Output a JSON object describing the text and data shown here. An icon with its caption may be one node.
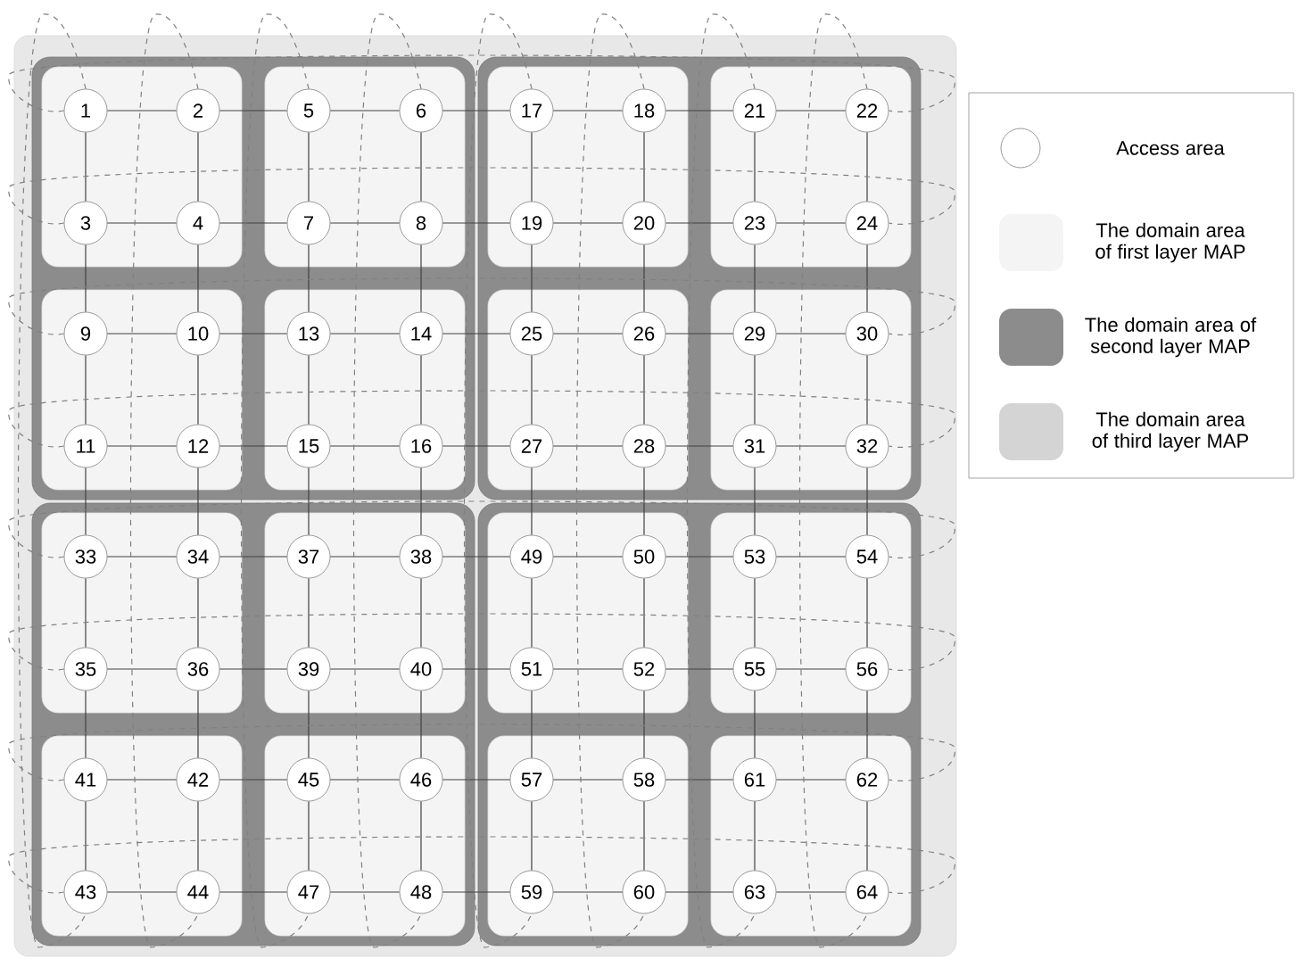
{
  "diagram": {
    "nodes": [
      {
        "text": [],
        "shape": "box"
      },
      {
        "text": [],
        "shape": "box",
        "in": 0
      },
      {
        "text": [],
        "shape": "box",
        "in": 0
      },
      {
        "text": [],
        "shape": "box",
        "in": 0
      },
      {
        "text": [],
        "shape": "box",
        "in": 0
      },
      {
        "text": [],
        "shape": "box",
        "in": 1
      },
      {
        "text": [],
        "shape": "box",
        "in": 1
      },
      {
        "text": [],
        "shape": "box",
        "in": 2
      },
      {
        "text": [],
        "shape": "box",
        "in": 2
      },
      {
        "text": [],
        "shape": "box",
        "in": 1
      },
      {
        "text": [],
        "shape": "box",
        "in": 1
      },
      {
        "text": [],
        "shape": "box",
        "in": 2
      },
      {
        "text": [],
        "shape": "box",
        "in": 2
      },
      {
        "text": [],
        "shape": "box",
        "in": 3
      },
      {
        "text": [],
        "shape": "box",
        "in": 3
      },
      {
        "text": [],
        "shape": "box",
        "in": 4
      },
      {
        "text": [],
        "shape": "box",
        "in": 4
      },
      {
        "text": [],
        "shape": "box",
        "in": 3
      },
      {
        "text": [],
        "shape": "box",
        "in": 3
      },
      {
        "text": [],
        "shape": "box",
        "in": 4
      },
      {
        "text": [],
        "shape": "box",
        "in": 4
      },
      {
        "text": [
          "1"
        ],
        "in": 5
      },
      {
        "text": [
          "2"
        ],
        "in": 5
      },
      {
        "text": [
          "3"
        ],
        "in": 5
      },
      {
        "text": [
          "4"
        ],
        "in": 5
      },
      {
        "text": [
          "5"
        ],
        "in": 6
      },
      {
        "text": [
          "6"
        ],
        "in": 6
      },
      {
        "text": [
          "7"
        ],
        "in": 6
      },
      {
        "text": [
          "8"
        ],
        "in": 6
      },
      {
        "text": [
          "9"
        ],
        "in": 9
      },
      {
        "text": [
          "10"
        ],
        "in": 9
      },
      {
        "text": [
          "11"
        ],
        "in": 9
      },
      {
        "text": [
          "12"
        ],
        "in": 9
      },
      {
        "text": [
          "13"
        ],
        "in": 10
      },
      {
        "text": [
          "14"
        ],
        "in": 10
      },
      {
        "text": [
          "15"
        ],
        "in": 10
      },
      {
        "text": [
          "16"
        ],
        "in": 10
      },
      {
        "text": [
          "17"
        ],
        "in": 7
      },
      {
        "text": [
          "18"
        ],
        "in": 7
      },
      {
        "text": [
          "19"
        ],
        "in": 7
      },
      {
        "text": [
          "20"
        ],
        "in": 7
      },
      {
        "text": [
          "21"
        ],
        "in": 8
      },
      {
        "text": [
          "22"
        ],
        "in": 8
      },
      {
        "text": [
          "23"
        ],
        "in": 8
      },
      {
        "text": [
          "24"
        ],
        "in": 8
      },
      {
        "text": [
          "25"
        ],
        "in": 11
      },
      {
        "text": [
          "26"
        ],
        "in": 11
      },
      {
        "text": [
          "27"
        ],
        "in": 11
      },
      {
        "text": [
          "28"
        ],
        "in": 11
      },
      {
        "text": [
          "29"
        ],
        "in": 12
      },
      {
        "text": [
          "30"
        ],
        "in": 12
      },
      {
        "text": [
          "31"
        ],
        "in": 12
      },
      {
        "text": [
          "32"
        ],
        "in": 12
      },
      {
        "text": [
          "33"
        ],
        "in": 13
      },
      {
        "text": [
          "34"
        ],
        "in": 13
      },
      {
        "text": [
          "35"
        ],
        "in": 13
      },
      {
        "text": [
          "36"
        ],
        "in": 13
      },
      {
        "text": [
          "37"
        ],
        "in": 14
      },
      {
        "text": [
          "38"
        ],
        "in": 14
      },
      {
        "text": [
          "39"
        ],
        "in": 14
      },
      {
        "text": [
          "40"
        ],
        "in": 14
      },
      {
        "text": [
          "41"
        ],
        "in": 17
      },
      {
        "text": [
          "42"
        ],
        "in": 17
      },
      {
        "text": [
          "43"
        ],
        "in": 17
      },
      {
        "text": [
          "44"
        ],
        "in": 17
      },
      {
        "text": [
          "45"
        ],
        "in": 18
      },
      {
        "text": [
          "46"
        ],
        "in": 18
      },
      {
        "text": [
          "47"
        ],
        "in": 18
      },
      {
        "text": [
          "48"
        ],
        "in": 18
      },
      {
        "text": [
          "49"
        ],
        "in": 15
      },
      {
        "text": [
          "50"
        ],
        "in": 15
      },
      {
        "text": [
          "51"
        ],
        "in": 15
      },
      {
        "text": [
          "52"
        ],
        "in": 15
      },
      {
        "text": [
          "53"
        ],
        "in": 16
      },
      {
        "text": [
          "54"
        ],
        "in": 16
      },
      {
        "text": [
          "55"
        ],
        "in": 16
      },
      {
        "text": [
          "56"
        ],
        "in": 16
      },
      {
        "text": [
          "57"
        ],
        "in": 19
      },
      {
        "text": [
          "58"
        ],
        "in": 19
      },
      {
        "text": [
          "59"
        ],
        "in": 19
      },
      {
        "text": [
          "60"
        ],
        "in": 19
      },
      {
        "text": [
          "61"
        ],
        "in": 20
      },
      {
        "text": [
          "62"
        ],
        "in": 20
      },
      {
        "text": [
          "63"
        ],
        "in": 20
      },
      {
        "text": [
          "64"
        ],
        "in": 20
      }
    ],
    "edges": [
      {
        "from": 21,
        "to": 22,
        "arrow": "none"
      },
      {
        "from": 22,
        "to": 25,
        "arrow": "none"
      },
      {
        "from": 25,
        "to": 26,
        "arrow": "none"
      },
      {
        "from": 26,
        "to": 37,
        "arrow": "none"
      },
      {
        "from": 37,
        "to": 38,
        "arrow": "none"
      },
      {
        "from": 38,
        "to": 41,
        "arrow": "none"
      },
      {
        "from": 41,
        "to": 42,
        "arrow": "none"
      },
      {
        "from": 23,
        "to": 24,
        "arrow": "none"
      },
      {
        "from": 24,
        "to": 27,
        "arrow": "none"
      },
      {
        "from": 27,
        "to": 28,
        "arrow": "none"
      },
      {
        "from": 28,
        "to": 39,
        "arrow": "none"
      },
      {
        "from": 39,
        "to": 40,
        "arrow": "none"
      },
      {
        "from": 40,
        "to": 43,
        "arrow": "none"
      },
      {
        "from": 43,
        "to": 44,
        "arrow": "none"
      },
      {
        "from": 29,
        "to": 30,
        "arrow": "none"
      },
      {
        "from": 30,
        "to": 33,
        "arrow": "none"
      },
      {
        "from": 33,
        "to": 34,
        "arrow": "none"
      },
      {
        "from": 34,
        "to": 45,
        "arrow": "none"
      },
      {
        "from": 45,
        "to": 46,
        "arrow": "none"
      },
      {
        "from": 46,
        "to": 49,
        "arrow": "none"
      },
      {
        "from": 49,
        "to": 50,
        "arrow": "none"
      },
      {
        "from": 31,
        "to": 32,
        "arrow": "none"
      },
      {
        "from": 32,
        "to": 35,
        "arrow": "none"
      },
      {
        "from": 35,
        "to": 36,
        "arrow": "none"
      },
      {
        "from": 36,
        "to": 47,
        "arrow": "none"
      },
      {
        "from": 47,
        "to": 48,
        "arrow": "none"
      },
      {
        "from": 48,
        "to": 51,
        "arrow": "none"
      },
      {
        "from": 51,
        "to": 52,
        "arrow": "none"
      },
      {
        "from": 53,
        "to": 54,
        "arrow": "none"
      },
      {
        "from": 54,
        "to": 57,
        "arrow": "none"
      },
      {
        "from": 57,
        "to": 58,
        "arrow": "none"
      },
      {
        "from": 58,
        "to": 69,
        "arrow": "none"
      },
      {
        "from": 69,
        "to": 70,
        "arrow": "none"
      },
      {
        "from": 70,
        "to": 73,
        "arrow": "none"
      },
      {
        "from": 73,
        "to": 74,
        "arrow": "none"
      },
      {
        "from": 55,
        "to": 56,
        "arrow": "none"
      },
      {
        "from": 56,
        "to": 59,
        "arrow": "none"
      },
      {
        "from": 59,
        "to": 60,
        "arrow": "none"
      },
      {
        "from": 60,
        "to": 71,
        "arrow": "none"
      },
      {
        "from": 71,
        "to": 72,
        "arrow": "none"
      },
      {
        "from": 72,
        "to": 75,
        "arrow": "none"
      },
      {
        "from": 75,
        "to": 76,
        "arrow": "none"
      },
      {
        "from": 61,
        "to": 62,
        "arrow": "none"
      },
      {
        "from": 62,
        "to": 65,
        "arrow": "none"
      },
      {
        "from": 65,
        "to": 66,
        "arrow": "none"
      },
      {
        "from": 66,
        "to": 77,
        "arrow": "none"
      },
      {
        "from": 77,
        "to": 78,
        "arrow": "none"
      },
      {
        "from": 78,
        "to": 81,
        "arrow": "none"
      },
      {
        "from": 81,
        "to": 82,
        "arrow": "none"
      },
      {
        "from": 63,
        "to": 64,
        "arrow": "none"
      },
      {
        "from": 64,
        "to": 67,
        "arrow": "none"
      },
      {
        "from": 67,
        "to": 68,
        "arrow": "none"
      },
      {
        "from": 68,
        "to": 79,
        "arrow": "none"
      },
      {
        "from": 79,
        "to": 80,
        "arrow": "none"
      },
      {
        "from": 80,
        "to": 83,
        "arrow": "none"
      },
      {
        "from": 83,
        "to": 84,
        "arrow": "none"
      },
      {
        "from": 21,
        "to": 23,
        "arrow": "none"
      },
      {
        "from": 23,
        "to": 29,
        "arrow": "none"
      },
      {
        "from": 29,
        "to": 31,
        "arrow": "none"
      },
      {
        "from": 31,
        "to": 53,
        "arrow": "none"
      },
      {
        "from": 53,
        "to": 55,
        "arrow": "none"
      },
      {
        "from": 55,
        "to": 61,
        "arrow": "none"
      },
      {
        "from": 61,
        "to": 63,
        "arrow": "none"
      },
      {
        "from": 22,
        "to": 24,
        "arrow": "none"
      },
      {
        "from": 24,
        "to": 30,
        "arrow": "none"
      },
      {
        "from": 30,
        "to": 32,
        "arrow": "none"
      },
      {
        "from": 32,
        "to": 54,
        "arrow": "none"
      },
      {
        "from": 54,
        "to": 56,
        "arrow": "none"
      },
      {
        "from": 56,
        "to": 62,
        "arrow": "none"
      },
      {
        "from": 62,
        "to": 64,
        "arrow": "none"
      },
      {
        "from": 25,
        "to": 27,
        "arrow": "none"
      },
      {
        "from": 27,
        "to": 33,
        "arrow": "none"
      },
      {
        "from": 33,
        "to": 35,
        "arrow": "none"
      },
      {
        "from": 35,
        "to": 57,
        "arrow": "none"
      },
      {
        "from": 57,
        "to": 59,
        "arrow": "none"
      },
      {
        "from": 59,
        "to": 65,
        "arrow": "none"
      },
      {
        "from": 65,
        "to": 67,
        "arrow": "none"
      },
      {
        "from": 26,
        "to": 28,
        "arrow": "none"
      },
      {
        "from": 28,
        "to": 34,
        "arrow": "none"
      },
      {
        "from": 34,
        "to": 36,
        "arrow": "none"
      },
      {
        "from": 36,
        "to": 58,
        "arrow": "none"
      },
      {
        "from": 58,
        "to": 60,
        "arrow": "none"
      },
      {
        "from": 60,
        "to": 66,
        "arrow": "none"
      },
      {
        "from": 66,
        "to": 68,
        "arrow": "none"
      },
      {
        "from": 37,
        "to": 39,
        "arrow": "none"
      },
      {
        "from": 39,
        "to": 45,
        "arrow": "none"
      },
      {
        "from": 45,
        "to": 47,
        "arrow": "none"
      },
      {
        "from": 47,
        "to": 69,
        "arrow": "none"
      },
      {
        "from": 69,
        "to": 71,
        "arrow": "none"
      },
      {
        "from": 71,
        "to": 77,
        "arrow": "none"
      },
      {
        "from": 77,
        "to": 79,
        "arrow": "none"
      },
      {
        "from": 38,
        "to": 40,
        "arrow": "none"
      },
      {
        "from": 40,
        "to": 46,
        "arrow": "none"
      },
      {
        "from": 46,
        "to": 48,
        "arrow": "none"
      },
      {
        "from": 48,
        "to": 70,
        "arrow": "none"
      },
      {
        "from": 70,
        "to": 72,
        "arrow": "none"
      },
      {
        "from": 72,
        "to": 78,
        "arrow": "none"
      },
      {
        "from": 78,
        "to": 80,
        "arrow": "none"
      },
      {
        "from": 41,
        "to": 43,
        "arrow": "none"
      },
      {
        "from": 43,
        "to": 49,
        "arrow": "none"
      },
      {
        "from": 49,
        "to": 51,
        "arrow": "none"
      },
      {
        "from": 51,
        "to": 73,
        "arrow": "none"
      },
      {
        "from": 73,
        "to": 75,
        "arrow": "none"
      },
      {
        "from": 75,
        "to": 81,
        "arrow": "none"
      },
      {
        "from": 81,
        "to": 83,
        "arrow": "none"
      },
      {
        "from": 42,
        "to": 44,
        "arrow": "none"
      },
      {
        "from": 44,
        "to": 50,
        "arrow": "none"
      },
      {
        "from": 50,
        "to": 52,
        "arrow": "none"
      },
      {
        "from": 52,
        "to": 74,
        "arrow": "none"
      },
      {
        "from": 74,
        "to": 76,
        "arrow": "none"
      },
      {
        "from": 76,
        "to": 82,
        "arrow": "none"
      },
      {
        "from": 82,
        "to": 84,
        "arrow": "none"
      },
      {
        "from": 21,
        "to": 42,
        "arrow": "none",
        "style": "dashed",
        "color": "#808080"
      },
      {
        "from": 23,
        "to": 44,
        "arrow": "none",
        "style": "dashed",
        "color": "#808080"
      },
      {
        "from": 29,
        "to": 50,
        "arrow": "none",
        "style": "dashed",
        "color": "#808080"
      },
      {
        "from": 31,
        "to": 52,
        "arrow": "none",
        "style": "dashed",
        "color": "#808080"
      },
      {
        "from": 53,
        "to": 74,
        "arrow": "none",
        "style": "dashed",
        "color": "#808080"
      },
      {
        "from": 55,
        "to": 76,
        "arrow": "none",
        "style": "dashed",
        "color": "#808080"
      },
      {
        "from": 61,
        "to": 82,
        "arrow": "none",
        "style": "dashed",
        "color": "#808080"
      },
      {
        "from": 63,
        "to": 84,
        "arrow": "none",
        "style": "dashed",
        "color": "#808080"
      },
      {
        "from": 21,
        "to": 63,
        "arrow": "none",
        "style": "dashed",
        "color": "#808080"
      },
      {
        "from": 22,
        "to": 64,
        "arrow": "none",
        "style": "dashed",
        "color": "#808080"
      },
      {
        "from": 25,
        "to": 67,
        "arrow": "none",
        "style": "dashed",
        "color": "#808080"
      },
      {
        "from": 26,
        "to": 68,
        "arrow": "none",
        "style": "dashed",
        "color": "#808080"
      },
      {
        "from": 37,
        "to": 79,
        "arrow": "none",
        "style": "dashed",
        "color": "#808080"
      },
      {
        "from": 38,
        "to": 80,
        "arrow": "none",
        "style": "dashed",
        "color": "#808080"
      },
      {
        "from": 41,
        "to": 83,
        "arrow": "none",
        "style": "dashed",
        "color": "#808080"
      },
      {
        "from": 42,
        "to": 84,
        "arrow": "none",
        "style": "dashed",
        "color": "#808080"
      }
    ],
    "legend": [
      {
        "text": "Access area"
      },
      {
        "text": "The domain area of first layer MAP",
        "color": "#f4f4f4"
      },
      {
        "text": "The domain area of second layer MAP",
        "color": "#8c8c8c"
      },
      {
        "text": "The domain area of third layer MAP",
        "color": "#d4d4d4"
      }
    ]
  }
}
